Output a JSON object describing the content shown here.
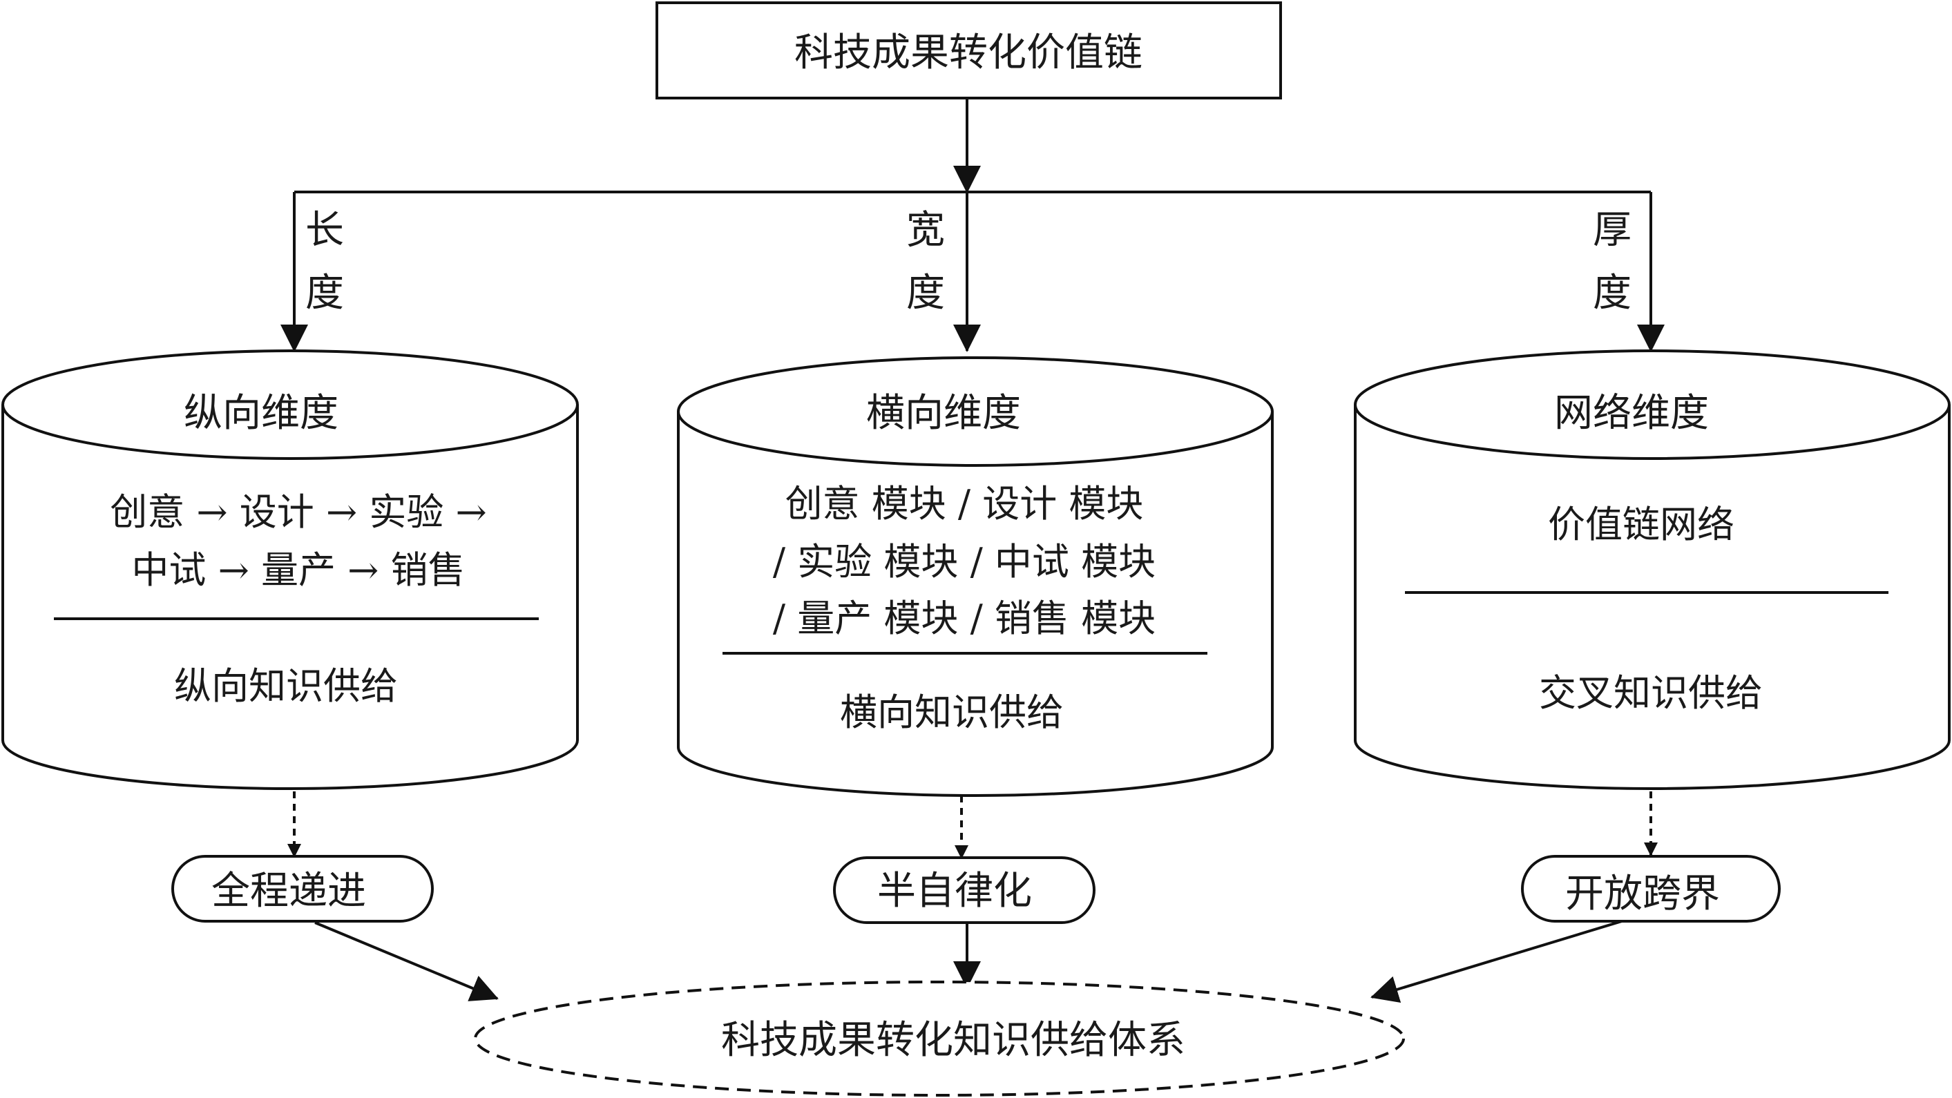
{
  "diagram": {
    "top_box": "科技成果转化价值链",
    "dimension_labels": {
      "length": [
        "长",
        "度"
      ],
      "width": [
        "宽",
        "度"
      ],
      "thickness": [
        "厚",
        "度"
      ]
    },
    "cylinders": [
      {
        "header": "纵向维度",
        "body_lines": [
          "创意 → 设计 → 实验 →",
          "中试 → 量产 → 销售"
        ],
        "footer": "纵向知识供给"
      },
      {
        "header": "横向维度",
        "body_lines": [
          "创意 模块 / 设计 模块",
          "/ 实验 模块 / 中试 模块",
          "/ 量产 模块 / 销售 模块"
        ],
        "footer": "横向知识供给"
      },
      {
        "header": "网络维度",
        "body_lines": [
          "价值链网络"
        ],
        "footer": "交叉知识供给"
      }
    ],
    "pills": [
      "全程递进",
      "半自律化",
      "开放跨界"
    ],
    "bottom_ellipse": "科技成果转化知识供给体系"
  }
}
